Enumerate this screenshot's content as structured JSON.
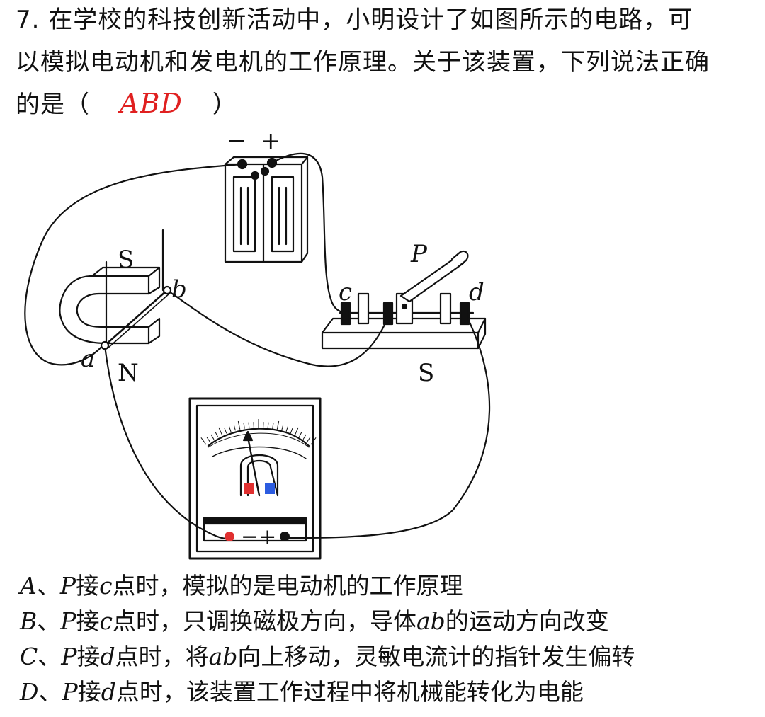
{
  "question": {
    "number": "7",
    "line1": "在学校的科技创新活动中，小明设计了如图所示的电路，可",
    "line2": "以模拟电动机和发电机的工作原理。关于该装置，下列说法正确",
    "line3_prefix": "的是（",
    "answer": "ABD",
    "line3_suffix": "）"
  },
  "figure": {
    "battery_minus": "−",
    "battery_plus": "+",
    "magnet_top": "S",
    "magnet_bottom": "N",
    "point_b": "b",
    "point_a": "a",
    "point_c": "c",
    "point_d": "d",
    "switch_p": "P",
    "switch_s": "S",
    "meter_terminals": "−+"
  },
  "options": [
    {
      "letter": "A",
      "sep": "、",
      "p": "P",
      "t1": "接",
      "v": "c",
      "t2": "点时，模拟的是电动机的工作原理",
      "v2": "",
      "t3": ""
    },
    {
      "letter": "B",
      "sep": "、",
      "p": "P",
      "t1": "接",
      "v": "c",
      "t2": "点时，只调换磁极方向，导体",
      "v2": "ab",
      "t3": "的运动方向改变"
    },
    {
      "letter": "C",
      "sep": "、",
      "p": "P",
      "t1": "接",
      "v": "d",
      "t2": "点时，将",
      "v2": "ab",
      "t3": "向上移动，灵敏电流计的指针发生偏转"
    },
    {
      "letter": "D",
      "sep": "、",
      "p": "P",
      "t1": "接",
      "v": "d",
      "t2": "点时，该装置工作过程中将机械能转化为电能",
      "v2": "",
      "t3": ""
    }
  ]
}
